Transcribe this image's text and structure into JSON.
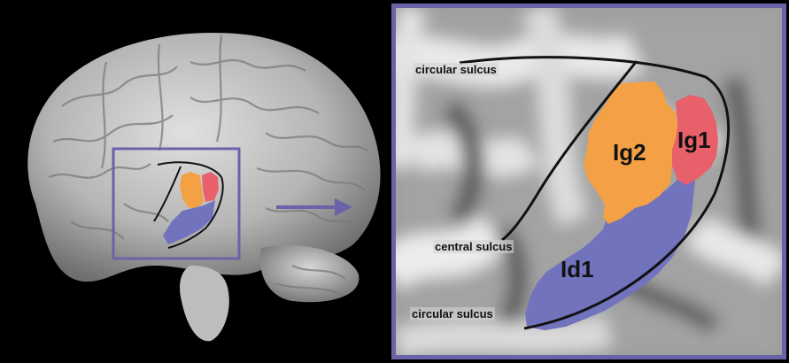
{
  "labels": {
    "circular_sulcus_top": "circular sulcus",
    "central_sulcus": "central sulcus",
    "circular_sulcus_bottom": "circular sulcus",
    "ig2": "Ig2",
    "ig1": "Ig1",
    "id1": "Id1"
  },
  "colors": {
    "background": "#000000",
    "frame": "#6b63a8",
    "ig2": "#f4a044",
    "ig1": "#e8616a",
    "id1": "#7173bd",
    "sulcus_line": "#111111"
  },
  "icons": {
    "arrow": "arrow-right-icon"
  }
}
